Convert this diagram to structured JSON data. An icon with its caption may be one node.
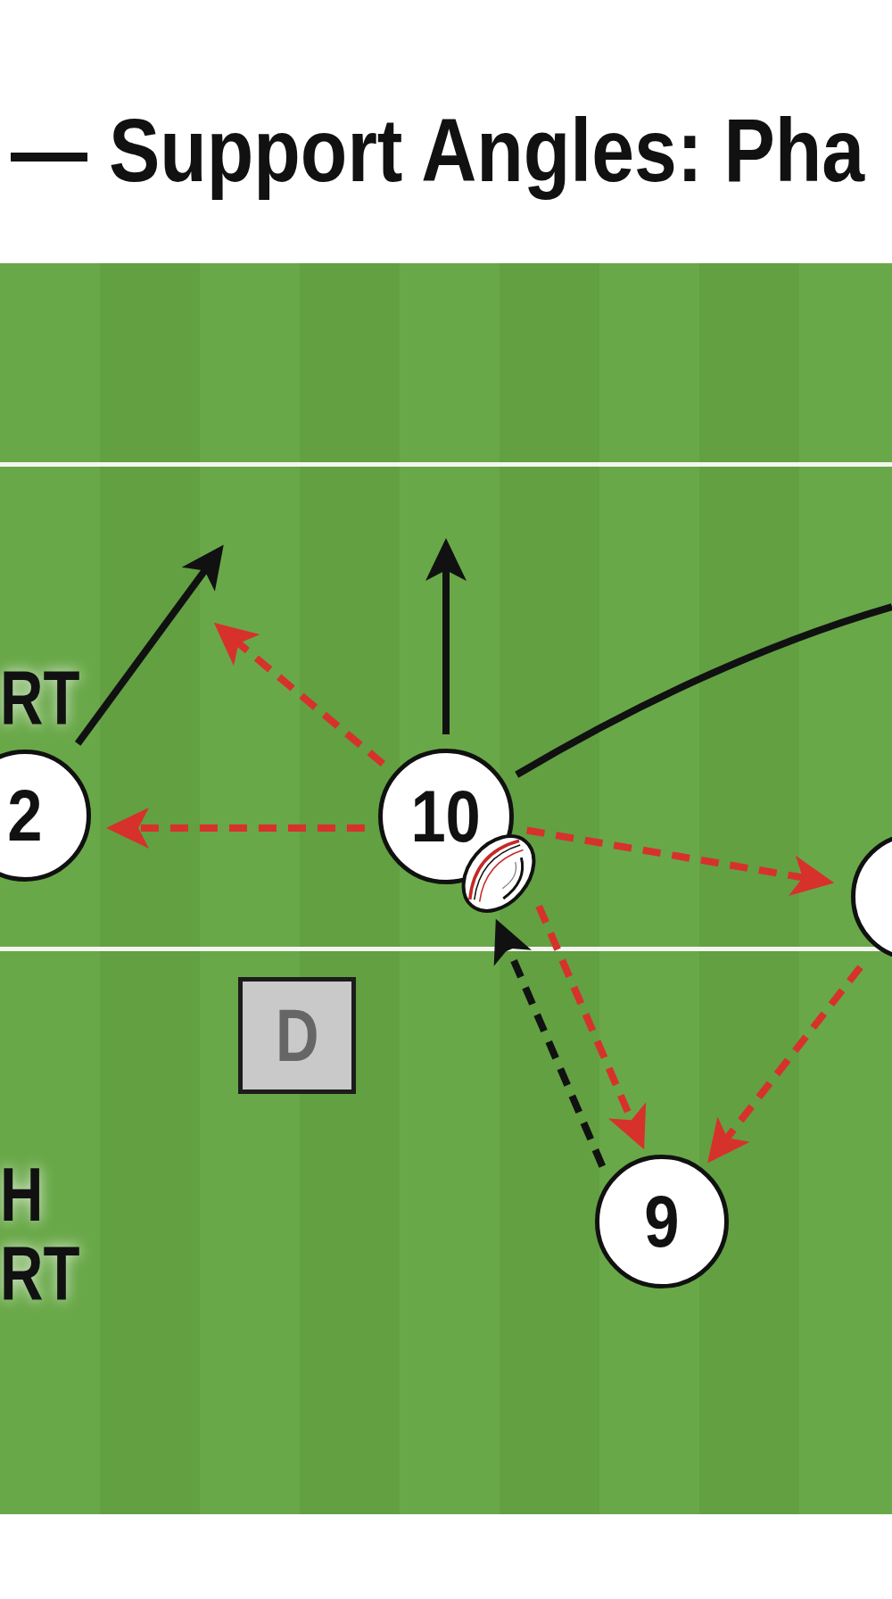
{
  "diagram": {
    "title": "— Support Angles: Pha",
    "nodes": [
      {
        "text": [
          "2"
        ]
      },
      {
        "text": [
          "10"
        ]
      },
      {
        "text": [],
        "shape": "picture"
      },
      {
        "text": [],
        "shape": "circle"
      },
      {
        "text": [
          "D"
        ]
      },
      {
        "text": [
          "9"
        ]
      }
    ],
    "edges": [
      {
        "from": 0,
        "to": null,
        "arrow": "to",
        "color": "#111111"
      },
      {
        "from": 1,
        "to": null,
        "arrow": "to",
        "color": "#111111"
      },
      {
        "from": 1,
        "to": null,
        "arrow": "none",
        "color": "#111111"
      },
      {
        "from": 1,
        "to": null,
        "arrow": "to",
        "style": "dashed"
      },
      {
        "from": 1,
        "to": 0,
        "arrow": "to",
        "style": "dashed"
      },
      {
        "from": 1,
        "to": 3,
        "arrow": "to",
        "style": "dashed"
      },
      {
        "from": 2,
        "to": 5,
        "arrow": "to",
        "style": "dashed"
      },
      {
        "from": 5,
        "to": 2,
        "arrow": "to",
        "style": "dashed",
        "color": "#111111"
      },
      {
        "from": 3,
        "to": 5,
        "arrow": "to",
        "style": "dashed"
      }
    ],
    "labels": [
      "RT",
      "H RT"
    ]
  }
}
